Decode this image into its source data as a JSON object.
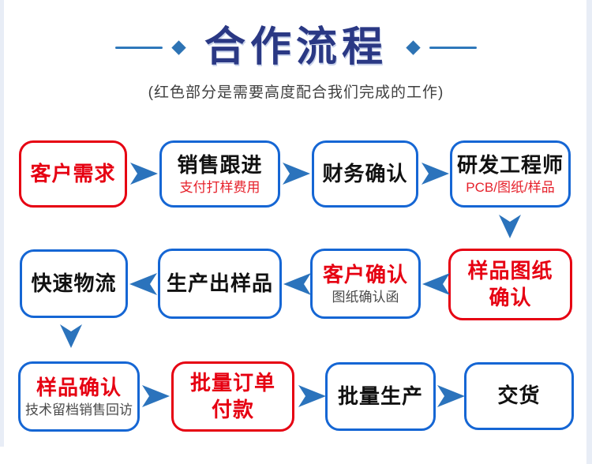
{
  "page": {
    "title": "合作流程",
    "subtitle": "(红色部分是需要高度配合我们完成的工作)"
  },
  "colors": {
    "title_navy": "#2a3884",
    "box_border_blue": "#1566d4",
    "box_border_red": "#e60012",
    "highlight_red_text": "#e60012",
    "arrow_blue": "#2b73bc",
    "decoration_blue": "#2d73b4",
    "subtitle_gray": "#3f3f3f",
    "edge_strip_blue": "#e8edf6"
  },
  "flow": {
    "nodes": [
      {
        "id": "customer-demand",
        "title": "客户需求",
        "emphasis": "red-box"
      },
      {
        "id": "sales-follow-up",
        "title": "销售跟进",
        "subtitle": "支付打样费用"
      },
      {
        "id": "finance-confirm",
        "title": "财务确认"
      },
      {
        "id": "rd-engineer",
        "title": "研发工程师",
        "subtitle": "PCB/图纸/样品"
      },
      {
        "id": "sample-drawing-confirm",
        "title": "样品图纸",
        "title2": "确认",
        "emphasis": "red-box"
      },
      {
        "id": "customer-confirm",
        "title": "客户确认",
        "subtitle": "图纸确认函"
      },
      {
        "id": "produce-sample",
        "title": "生产出样品"
      },
      {
        "id": "fast-logistics",
        "title": "快速物流"
      },
      {
        "id": "sample-confirm",
        "title": "样品确认",
        "subtitle": "技术留档销售回访"
      },
      {
        "id": "bulk-order-payment",
        "title": "批量订单",
        "title2": "付款",
        "emphasis": "red-box"
      },
      {
        "id": "bulk-production",
        "title": "批量生产"
      },
      {
        "id": "delivery",
        "title": "交货"
      }
    ]
  }
}
